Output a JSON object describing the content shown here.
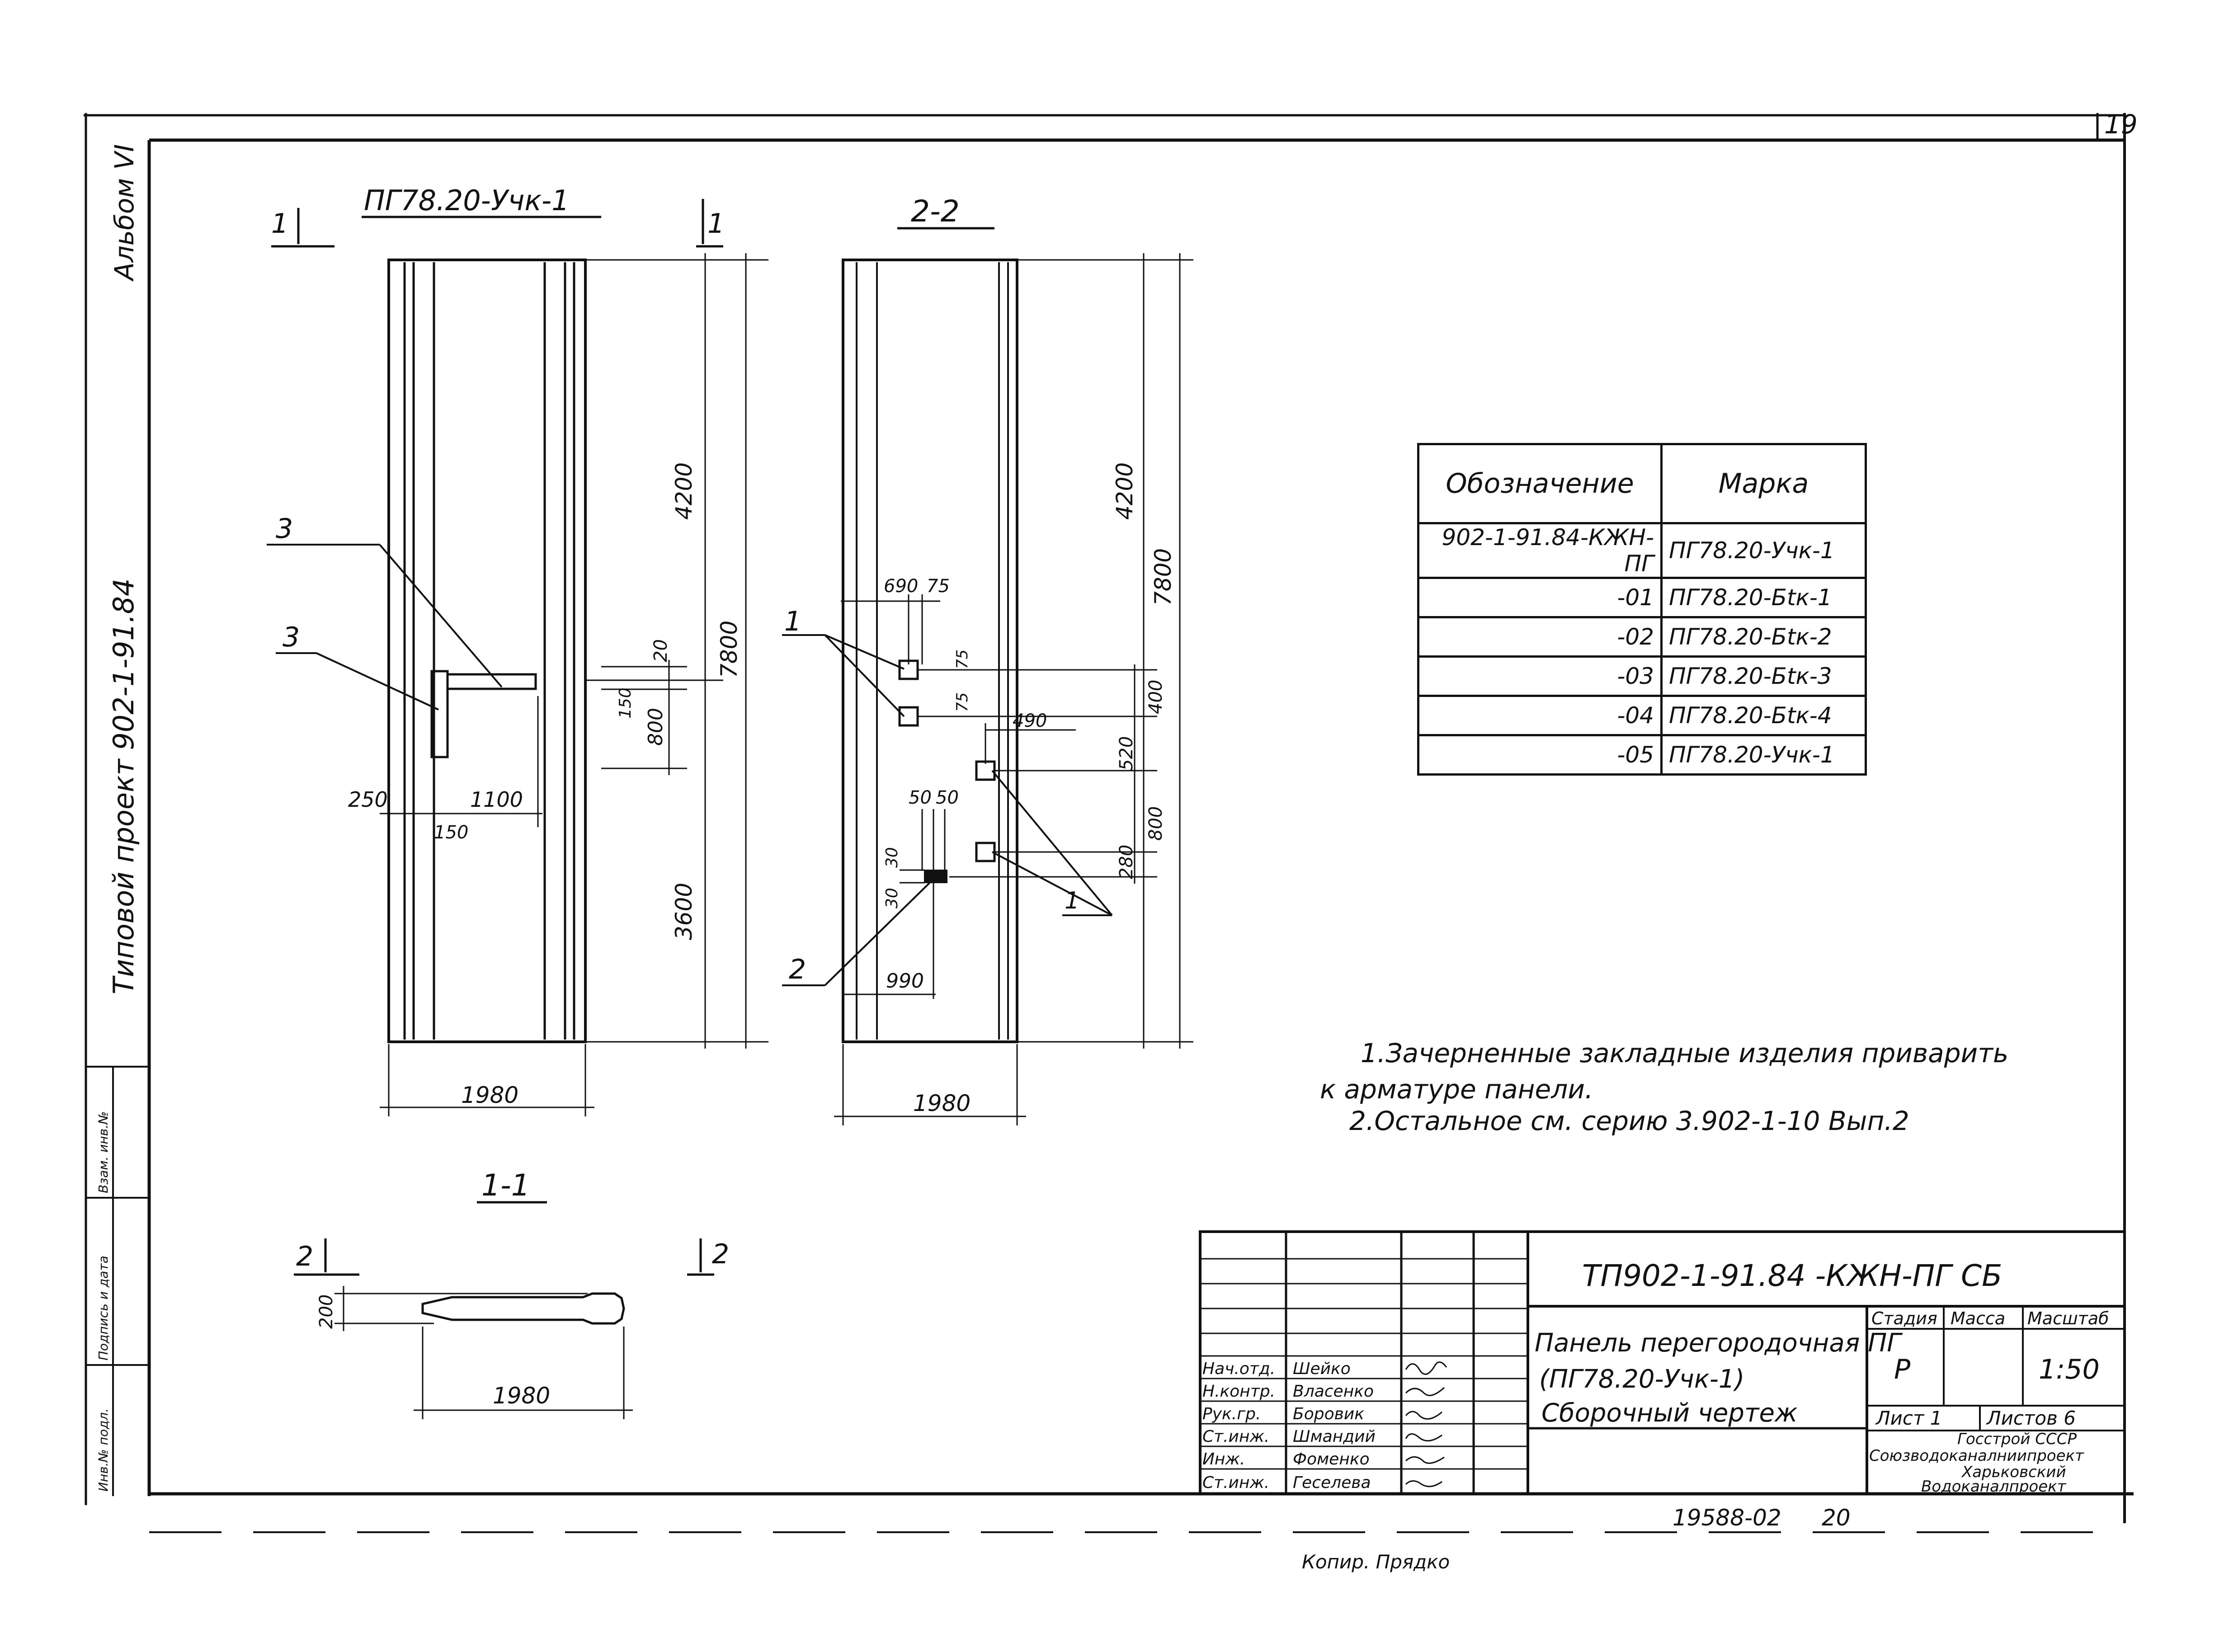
{
  "sheet": {
    "page_number": "19",
    "album_label": "Альбом VI",
    "project_side_label": "Типовой проект 902-1-91.84",
    "stamp_side_labels": [
      "Инв.№ подл.",
      "Подпись и дата",
      "Взам. инв.№"
    ],
    "copy_note": "Копир. Прядко"
  },
  "front_view": {
    "title": "ПГ78.20-Учк-1",
    "section_marks": [
      "1",
      "1"
    ],
    "callouts": [
      "3",
      "3"
    ],
    "dims": {
      "total_height": "7800",
      "upper": "4200",
      "lower": "3600",
      "gap_20": "20",
      "h_800": "800",
      "h_150": "150",
      "d_250": "250",
      "d_150": "150",
      "d_1100": "1100",
      "width": "1980"
    }
  },
  "side_view": {
    "title": "2-2",
    "callouts": [
      "1",
      "1",
      "2"
    ],
    "dims": {
      "total_height": "7800",
      "upper": "4200",
      "d_690": "690",
      "d_75a": "75",
      "d_75b": "75",
      "d_75c": "75",
      "d_400": "400",
      "d_490": "490",
      "d_520": "520",
      "d_800": "800",
      "d_280": "280",
      "d_50a": "50",
      "d_50b": "50",
      "d_30a": "30",
      "d_30b": "30",
      "d_990": "990",
      "width": "1980"
    }
  },
  "section_view": {
    "title": "1-1",
    "section_marks": [
      "2",
      "2"
    ],
    "dims": {
      "thickness": "200",
      "width": "1980"
    }
  },
  "spec_table": {
    "headers": [
      "Обозначение",
      "Марка"
    ],
    "rows": [
      {
        "designation": "902-1-91.84-КЖН-ПГ",
        "mark": "ПГ78.20-Учк-1"
      },
      {
        "designation": "-01",
        "mark": "ПГ78.20-Бtк-1"
      },
      {
        "designation": "-02",
        "mark": "ПГ78.20-Бtк-2"
      },
      {
        "designation": "-03",
        "mark": "ПГ78.20-Бtк-3"
      },
      {
        "designation": "-04",
        "mark": "ПГ78.20-Бtк-4"
      },
      {
        "designation": "-05",
        "mark": "ПГ78.20-Учк-1"
      }
    ]
  },
  "notes": [
    "1.Зачерненные закладные изделия приварить",
    "к арматуре панели.",
    "2.Остальное см. серию 3.902-1-10 Вып.2"
  ],
  "title_block": {
    "code": "ТП902-1-91.84 -КЖН-ПГ СБ",
    "name_lines": [
      "Панель перегородочная ПГ",
      "(ПГ78.20-Учк-1)",
      "Сборочный чертеж"
    ],
    "roles": [
      {
        "role": "Нач.отд.",
        "name": "Шейко"
      },
      {
        "role": "Н.контр.",
        "name": "Власенко"
      },
      {
        "role": "Рук.гр.",
        "name": "Боровик"
      },
      {
        "role": "Ст.инж.",
        "name": "Шмандий"
      },
      {
        "role": "Инж.",
        "name": "Фоменко"
      },
      {
        "role": "Ст.инж.",
        "name": "Геселева"
      }
    ],
    "stage_header": "Стадия",
    "mass_header": "Масса",
    "scale_header": "Масштаб",
    "stage": "Р",
    "scale": "1:50",
    "sheet": "Лист 1",
    "sheets": "Листов 6",
    "org_lines": [
      "Госстрой СССР",
      "Союзводоканалниипроект",
      "Харьковский",
      "Водоканалпроект"
    ],
    "footer_number": "19588-02",
    "footer_page": "20"
  }
}
